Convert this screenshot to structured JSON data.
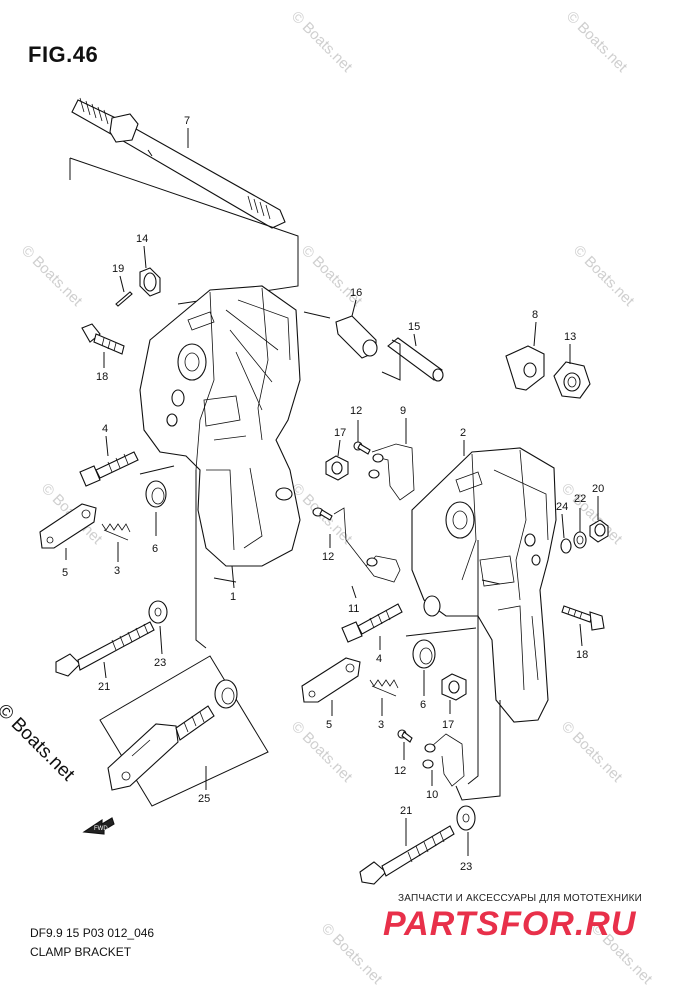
{
  "figure": {
    "title": "FIG.46",
    "code": "DF9.9 15 P03 012_046",
    "caption": "CLAMP BRACKET"
  },
  "watermark": {
    "text": "© Boats.net",
    "copyright": "© Boats.net"
  },
  "shop": {
    "tagline": "ЗАПЧАСТИ И АКСЕССУАРЫ ДЛЯ МОТОТЕХНИКИ",
    "brand": "PARTSFOR.RU"
  },
  "fwd_label": "FWD",
  "callouts": [
    {
      "id": "c7",
      "label": "7"
    },
    {
      "id": "c14",
      "label": "14"
    },
    {
      "id": "c19",
      "label": "19"
    },
    {
      "id": "c18a",
      "label": "18"
    },
    {
      "id": "c16",
      "label": "16"
    },
    {
      "id": "c15",
      "label": "15"
    },
    {
      "id": "c8",
      "label": "8"
    },
    {
      "id": "c13",
      "label": "13"
    },
    {
      "id": "c4a",
      "label": "4"
    },
    {
      "id": "c12a",
      "label": "12"
    },
    {
      "id": "c9",
      "label": "9"
    },
    {
      "id": "c17a",
      "label": "17"
    },
    {
      "id": "c2",
      "label": "2"
    },
    {
      "id": "c6a",
      "label": "6"
    },
    {
      "id": "c5a",
      "label": "5"
    },
    {
      "id": "c3a",
      "label": "3"
    },
    {
      "id": "c1",
      "label": "1"
    },
    {
      "id": "c12b",
      "label": "12"
    },
    {
      "id": "c24",
      "label": "24"
    },
    {
      "id": "c22",
      "label": "22"
    },
    {
      "id": "c20",
      "label": "20"
    },
    {
      "id": "c11",
      "label": "11"
    },
    {
      "id": "c23a",
      "label": "23"
    },
    {
      "id": "c21a",
      "label": "21"
    },
    {
      "id": "c4b",
      "label": "4"
    },
    {
      "id": "c18b",
      "label": "18"
    },
    {
      "id": "c5b",
      "label": "5"
    },
    {
      "id": "c6b",
      "label": "6"
    },
    {
      "id": "c3b",
      "label": "3"
    },
    {
      "id": "c17b",
      "label": "17"
    },
    {
      "id": "c12c",
      "label": "12"
    },
    {
      "id": "c10",
      "label": "10"
    },
    {
      "id": "c25",
      "label": "25"
    },
    {
      "id": "c21b",
      "label": "21"
    },
    {
      "id": "c23b",
      "label": "23"
    }
  ]
}
